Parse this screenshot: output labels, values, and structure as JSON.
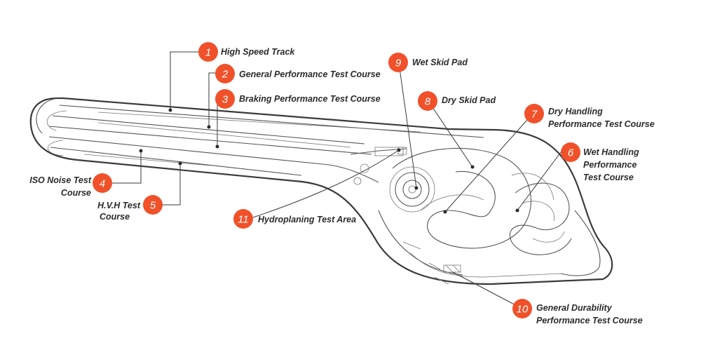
{
  "courses": [
    {
      "num": "1",
      "lines": [
        "High Speed Track"
      ]
    },
    {
      "num": "2",
      "lines": [
        "General Performance Test Course"
      ]
    },
    {
      "num": "3",
      "lines": [
        "Braking Performance Test Course"
      ]
    },
    {
      "num": "4",
      "lines": [
        "ISO Noise Test",
        "Course"
      ]
    },
    {
      "num": "5",
      "lines": [
        "H.V.H Test",
        "Course"
      ]
    },
    {
      "num": "6",
      "lines": [
        "Wet Handling",
        "Performance",
        "Test Course"
      ]
    },
    {
      "num": "7",
      "lines": [
        "Dry Handling",
        "Performance Test Course"
      ]
    },
    {
      "num": "8",
      "lines": [
        "Dry Skid Pad"
      ]
    },
    {
      "num": "9",
      "lines": [
        "Wet Skid Pad"
      ]
    },
    {
      "num": "10",
      "lines": [
        "General Durability",
        "Performance Test Course"
      ]
    },
    {
      "num": "11",
      "lines": [
        "Hydroplaning Test Area"
      ]
    }
  ],
  "colors": {
    "marker": "#f0512a",
    "label": "#2b2b2b",
    "track": "#555555"
  }
}
